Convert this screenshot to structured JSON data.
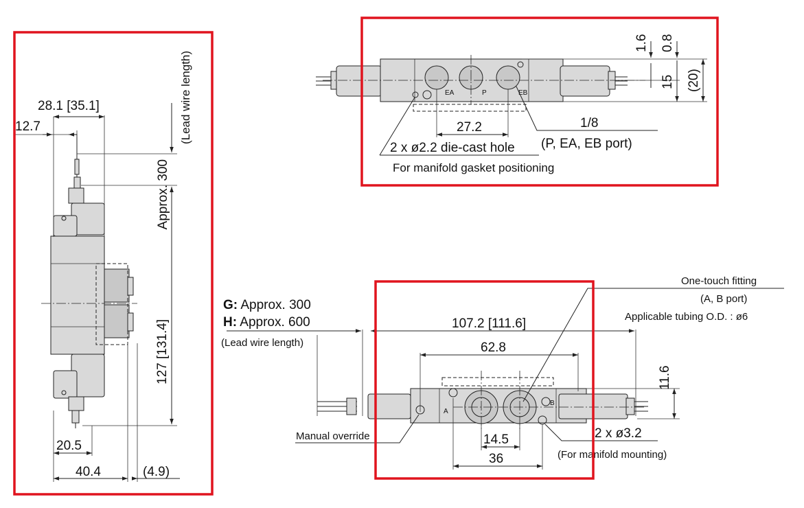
{
  "colors": {
    "highlight": "#e0141e",
    "body_fill": "#d9d9d9",
    "line": "#222222"
  },
  "left_view": {
    "dim_28_1": "28.1 [35.1]",
    "dim_12_7": "12.7",
    "dim_127": "127 [131.4]",
    "dim_20_5": "20.5",
    "dim_40_4": "40.4",
    "dim_4_9": "(4.9)",
    "lead_wire_approx": "Approx. 300",
    "lead_wire_label": "(Lead wire length)"
  },
  "top_view": {
    "port_ea": "EA",
    "port_p": "P",
    "port_eb": "EB",
    "dim_1_6": "1.6",
    "dim_0_8": "0.8",
    "dim_15": "15",
    "dim_20": "(20)",
    "dim_27_2": "27.2",
    "thread": "1/8",
    "hole_callout": "2 x ø2.2 die-cast hole",
    "port_callout": "(P, EA, EB port)",
    "gasket_note": "For manifold gasket positioning"
  },
  "bottom_view": {
    "g_prefix": "G:",
    "g_value": " Approx. 300",
    "h_prefix": "H:",
    "h_value": " Approx. 600",
    "lead_wire_label": "(Lead wire length)",
    "fitting_title": "One-touch fitting",
    "fitting_ports": "(A, B port)",
    "tubing_od": "Applicable tubing O.D. : ø6",
    "dim_107_2": "107.2 [111.6]",
    "dim_62_8": "62.8",
    "dim_11_6": "11.6",
    "dim_14_5": "14.5",
    "dim_36": "36",
    "port_a": "A",
    "port_b": "B",
    "manual_override": "Manual override",
    "mount_callout": "2 x ø3.2",
    "mount_note": "(For manifold mounting)"
  }
}
